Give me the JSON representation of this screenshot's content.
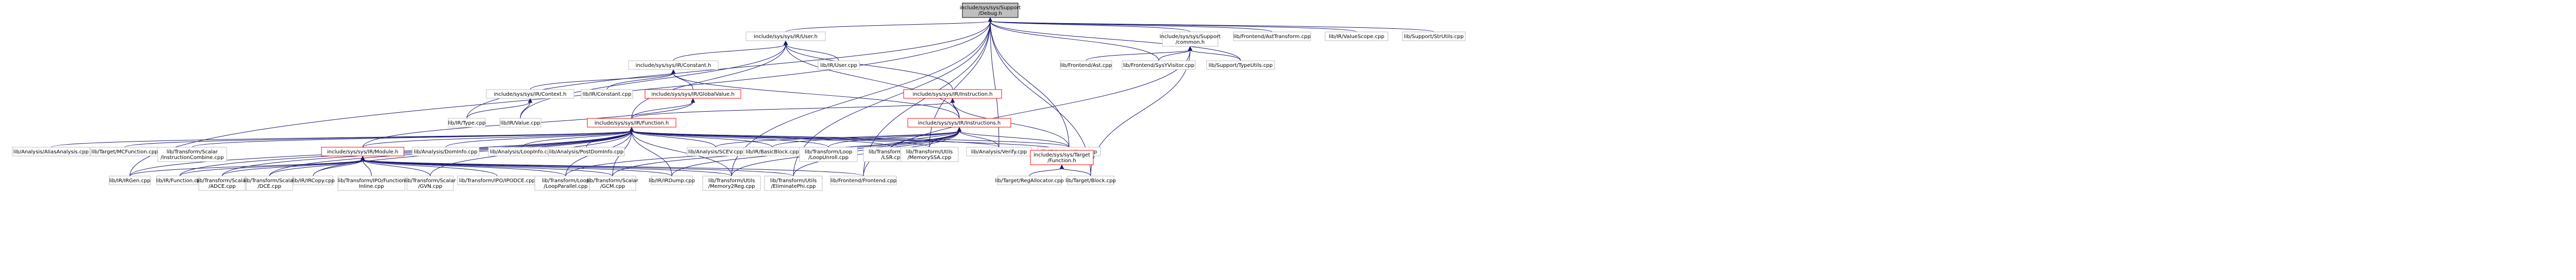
{
  "graph": {
    "colors": {
      "edge": "#191970",
      "node_border": "#bfbfbf",
      "red_border": "#ff0000",
      "root_fill": "#bfbfbf"
    },
    "nodes": {
      "root": {
        "lines": [
          "include/sys/sys/Support",
          "/Debug.h"
        ],
        "kind": "root"
      },
      "iruser_h": {
        "lines": [
          "include/sys/sys/IR/User.h"
        ]
      },
      "support_common_h": {
        "lines": [
          "include/sys/sys/Support",
          "/common.h"
        ]
      },
      "frontend_ast_transform": {
        "lines": [
          "lib/Frontend/AstTransform.cpp"
        ]
      },
      "ir_valuescope": {
        "lines": [
          "lib/IR/ValueScope.cpp"
        ]
      },
      "support_strutils": {
        "lines": [
          "lib/Support/StrUtils.cpp"
        ]
      },
      "ir_constant_h": {
        "lines": [
          "include/sys/sys/IR/Constant.h"
        ]
      },
      "ir_user_cpp": {
        "lines": [
          "lib/IR/User.cpp"
        ]
      },
      "frontend_ast_cpp": {
        "lines": [
          "lib/Frontend/Ast.cpp"
        ]
      },
      "frontend_sysy_visitor": {
        "lines": [
          "lib/Frontend/SysYVisitor.cpp"
        ]
      },
      "support_type_utils": {
        "lines": [
          "lib/Support/TypeUtils.cpp"
        ]
      },
      "ir_context_h": {
        "lines": [
          "include/sys/sys/IR/Context.h"
        ]
      },
      "ir_constant_cpp": {
        "lines": [
          "lib/IR/Constant.cpp"
        ]
      },
      "ir_globalvalue_h": {
        "lines": [
          "include/sys/sys/IR/GlobalValue.h"
        ],
        "kind": "red"
      },
      "ir_instruction_h": {
        "lines": [
          "include/sys/sys/IR/Instruction.h"
        ],
        "kind": "red"
      },
      "ir_type_cpp": {
        "lines": [
          "lib/IR/Type.cpp"
        ]
      },
      "ir_value_cpp": {
        "lines": [
          "lib/IR/Value.cpp"
        ]
      },
      "ir_function_h": {
        "lines": [
          "include/sys/sys/IR/Function.h"
        ],
        "kind": "red"
      },
      "ir_instructions_h": {
        "lines": [
          "include/sys/sys/IR/Instructions.h"
        ],
        "kind": "red"
      },
      "analysis_alias": {
        "lines": [
          "lib/Analysis/AliasAnalysis.cpp"
        ]
      },
      "target_mcfunction": {
        "lines": [
          "lib/Target/MCFunction.cpp"
        ]
      },
      "transform_scalar_instcombine": {
        "lines": [
          "lib/Transform/Scalar",
          "/InstructionCombine.cpp"
        ]
      },
      "ir_module_h": {
        "lines": [
          "include/sys/sys/IR/Module.h"
        ],
        "kind": "red"
      },
      "analysis_dominfo": {
        "lines": [
          "lib/Analysis/DomInfo.cpp"
        ]
      },
      "analysis_loopinfo": {
        "lines": [
          "lib/Analysis/LoopInfo.cpp"
        ]
      },
      "analysis_postdominfo": {
        "lines": [
          "lib/Analysis/PostDomInfo.cpp"
        ]
      },
      "analysis_scev": {
        "lines": [
          "lib/Analysis/SCEV.cpp"
        ]
      },
      "ir_basicblock": {
        "lines": [
          "lib/IR/BasicBlock.cpp"
        ]
      },
      "transform_loop_unroll": {
        "lines": [
          "lib/Transform/Loop",
          "/LoopUnroll.cpp"
        ]
      },
      "transform_loop_lsr": {
        "lines": [
          "lib/Transform/Loop",
          "/LSR.cpp"
        ]
      },
      "transform_utils_memoryssa": {
        "lines": [
          "lib/Transform/Utils",
          "/MemorySSA.cpp"
        ]
      },
      "analysis_verify": {
        "lines": [
          "lib/Analysis/Verify.cpp"
        ]
      },
      "ir_instructions_cpp": {
        "lines": [
          "lib/IR/Instructions.cpp"
        ]
      },
      "target_function_h": {
        "lines": [
          "include/sys/sys/Target",
          "/Function.h"
        ],
        "kind": "red"
      },
      "ir_irgen": {
        "lines": [
          "lib/IR/IRGen.cpp"
        ]
      },
      "ir_function_cpp": {
        "lines": [
          "lib/IR/Function.cpp"
        ]
      },
      "transform_scalar_adce": {
        "lines": [
          "lib/Transform/Scalar",
          "/ADCE.cpp"
        ]
      },
      "transform_scalar_dce": {
        "lines": [
          "lib/Transform/Scalar",
          "/DCE.cpp"
        ]
      },
      "ir_ircopy": {
        "lines": [
          "lib/IR/IRCopy.cpp"
        ]
      },
      "transform_ipo_inline": {
        "lines": [
          "lib/Transform/IPO/Function",
          "Inline.cpp"
        ]
      },
      "transform_scalar_gvn": {
        "lines": [
          "lib/Transform/Scalar",
          "/GVN.cpp"
        ]
      },
      "transform_ipo_ipodce": {
        "lines": [
          "lib/Transform/IPO/IPODCE.cpp"
        ]
      },
      "transform_loop_parallel": {
        "lines": [
          "lib/Transform/Loop",
          "/LoopParallel.cpp"
        ]
      },
      "transform_scalar_gcm": {
        "lines": [
          "lib/Transform/Scalar",
          "/GCM.cpp"
        ]
      },
      "ir_irdump": {
        "lines": [
          "lib/IR/IRDump.cpp"
        ]
      },
      "transform_utils_memory2reg": {
        "lines": [
          "lib/Transform/Utils",
          "/Memory2Reg.cpp"
        ]
      },
      "transform_utils_eliminatephi": {
        "lines": [
          "lib/Transform/Utils",
          "/EliminatePhi.cpp"
        ]
      },
      "frontend_frontend": {
        "lines": [
          "lib/Frontend/Frontend.cpp"
        ]
      },
      "target_regallocator": {
        "lines": [
          "lib/Target/RegAllocator.cpp"
        ]
      },
      "target_block": {
        "lines": [
          "lib/Target/Block.cpp"
        ]
      }
    },
    "edges": [
      [
        "iruser_h",
        "root"
      ],
      [
        "support_common_h",
        "root"
      ],
      [
        "frontend_ast_transform",
        "root"
      ],
      [
        "ir_valuescope",
        "root"
      ],
      [
        "support_strutils",
        "root"
      ],
      [
        "ir_type_cpp",
        "root"
      ],
      [
        "ir_irgen",
        "root"
      ],
      [
        "analysis_verify",
        "root"
      ],
      [
        "ir_instructions_cpp",
        "root"
      ],
      [
        "transform_utils_memoryssa",
        "root"
      ],
      [
        "transform_utils_memory2reg",
        "root"
      ],
      [
        "transform_utils_eliminatephi",
        "root"
      ],
      [
        "frontend_frontend",
        "root"
      ],
      [
        "target_block",
        "root"
      ],
      [
        "support_type_utils",
        "root"
      ],
      [
        "frontend_sysy_visitor",
        "root"
      ],
      [
        "frontend_ast_cpp",
        "support_common_h"
      ],
      [
        "frontend_sysy_visitor",
        "support_common_h"
      ],
      [
        "support_type_utils",
        "support_common_h"
      ],
      [
        "target_block",
        "support_common_h"
      ],
      [
        "frontend_frontend",
        "support_common_h"
      ],
      [
        "ir_constant_h",
        "iruser_h"
      ],
      [
        "ir_user_cpp",
        "iruser_h"
      ],
      [
        "ir_instruction_h",
        "iruser_h"
      ],
      [
        "ir_function_h",
        "iruser_h"
      ],
      [
        "ir_instructions_h",
        "iruser_h"
      ],
      [
        "ir_value_cpp",
        "iruser_h"
      ],
      [
        "ir_context_h",
        "ir_constant_h"
      ],
      [
        "ir_constant_cpp",
        "ir_constant_h"
      ],
      [
        "ir_globalvalue_h",
        "ir_constant_h"
      ],
      [
        "ir_instructions_h",
        "ir_constant_h"
      ],
      [
        "ir_type_cpp",
        "ir_context_h"
      ],
      [
        "ir_value_cpp",
        "ir_context_h"
      ],
      [
        "ir_function_h",
        "ir_globalvalue_h"
      ],
      [
        "ir_module_h",
        "ir_globalvalue_h"
      ],
      [
        "ir_instructions_h",
        "ir_instruction_h"
      ],
      [
        "ir_function_h",
        "ir_instruction_h"
      ],
      [
        "ir_instructions_cpp",
        "ir_instruction_h"
      ],
      [
        "ir_module_h",
        "ir_function_h"
      ],
      [
        "analysis_alias",
        "ir_function_h"
      ],
      [
        "target_mcfunction",
        "ir_function_h"
      ],
      [
        "transform_scalar_instcombine",
        "ir_function_h"
      ],
      [
        "analysis_dominfo",
        "ir_function_h"
      ],
      [
        "analysis_loopinfo",
        "ir_function_h"
      ],
      [
        "analysis_postdominfo",
        "ir_function_h"
      ],
      [
        "analysis_scev",
        "ir_function_h"
      ],
      [
        "ir_basicblock",
        "ir_function_h"
      ],
      [
        "transform_loop_unroll",
        "ir_function_h"
      ],
      [
        "transform_loop_lsr",
        "ir_function_h"
      ],
      [
        "transform_utils_memoryssa",
        "ir_function_h"
      ],
      [
        "analysis_verify",
        "ir_function_h"
      ],
      [
        "ir_instructions_cpp",
        "ir_function_h"
      ],
      [
        "target_function_h",
        "ir_function_h"
      ],
      [
        "ir_irgen",
        "ir_function_h"
      ],
      [
        "ir_function_cpp",
        "ir_function_h"
      ],
      [
        "transform_scalar_adce",
        "ir_function_h"
      ],
      [
        "transform_scalar_dce",
        "ir_function_h"
      ],
      [
        "ir_ircopy",
        "ir_function_h"
      ],
      [
        "transform_scalar_gvn",
        "ir_function_h"
      ],
      [
        "transform_loop_parallel",
        "ir_function_h"
      ],
      [
        "transform_scalar_gcm",
        "ir_function_h"
      ],
      [
        "ir_irdump",
        "ir_function_h"
      ],
      [
        "transform_utils_memory2reg",
        "ir_function_h"
      ],
      [
        "analysis_scev",
        "ir_instructions_h"
      ],
      [
        "ir_basicblock",
        "ir_instructions_h"
      ],
      [
        "transform_loop_unroll",
        "ir_instructions_h"
      ],
      [
        "transform_loop_lsr",
        "ir_instructions_h"
      ],
      [
        "transform_utils_memoryssa",
        "ir_instructions_h"
      ],
      [
        "analysis_verify",
        "ir_instructions_h"
      ],
      [
        "ir_instructions_cpp",
        "ir_instructions_h"
      ],
      [
        "transform_loop_parallel",
        "ir_instructions_h"
      ],
      [
        "transform_scalar_gcm",
        "ir_instructions_h"
      ],
      [
        "ir_irdump",
        "ir_instructions_h"
      ],
      [
        "transform_utils_memory2reg",
        "ir_instructions_h"
      ],
      [
        "transform_utils_eliminatephi",
        "ir_instructions_h"
      ],
      [
        "ir_irgen",
        "ir_module_h"
      ],
      [
        "ir_function_cpp",
        "ir_module_h"
      ],
      [
        "transform_scalar_adce",
        "ir_module_h"
      ],
      [
        "transform_scalar_dce",
        "ir_module_h"
      ],
      [
        "ir_ircopy",
        "ir_module_h"
      ],
      [
        "transform_ipo_inline",
        "ir_module_h"
      ],
      [
        "transform_scalar_gvn",
        "ir_module_h"
      ],
      [
        "transform_ipo_ipodce",
        "ir_module_h"
      ],
      [
        "transform_loop_parallel",
        "ir_module_h"
      ],
      [
        "transform_scalar_gcm",
        "ir_module_h"
      ],
      [
        "ir_irdump",
        "ir_module_h"
      ],
      [
        "transform_utils_memory2reg",
        "ir_module_h"
      ],
      [
        "transform_utils_eliminatephi",
        "ir_module_h"
      ],
      [
        "frontend_frontend",
        "ir_module_h"
      ],
      [
        "target_regallocator",
        "target_function_h"
      ],
      [
        "target_block",
        "target_function_h"
      ]
    ]
  }
}
